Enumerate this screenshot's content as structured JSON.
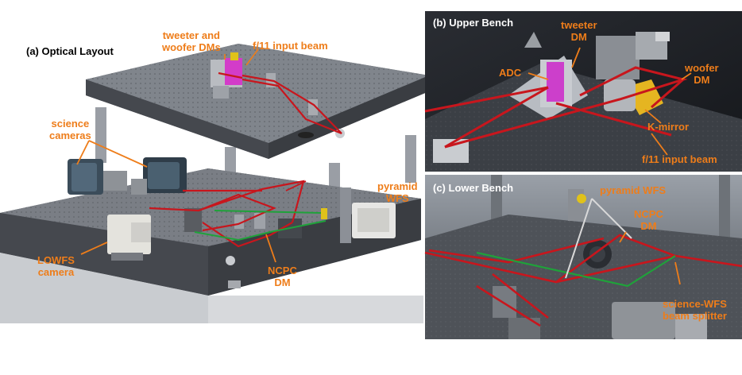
{
  "panels": {
    "a": {
      "title": "(a) Optical Layout",
      "labels": {
        "tweeter_woofer_line1": "tweeter and",
        "tweeter_woofer_line2": "woofer DMs",
        "input_beam": "f/11 input beam",
        "science_line1": "science",
        "science_line2": "cameras",
        "pyramid_line1": "pyramid",
        "pyramid_line2": "WFS",
        "lowfs_line1": "LOWFS",
        "lowfs_line2": "camera",
        "ncpc_line1": "NCPC",
        "ncpc_line2": "DM"
      }
    },
    "b": {
      "title": "(b) Upper Bench",
      "labels": {
        "tweeter_line1": "tweeter",
        "tweeter_line2": "DM",
        "adc": "ADC",
        "woofer_line1": "woofer",
        "woofer_line2": "DM",
        "kmirror": "K-mirror",
        "input_beam": "f/11 input beam"
      }
    },
    "c": {
      "title": "(c) Lower Bench",
      "labels": {
        "pyramid": "pyramid WFS",
        "ncpc_line1": "NCPC",
        "ncpc_line2": "DM",
        "splitter_line1": "science-WFS",
        "splitter_line2": "beam splitter"
      }
    }
  },
  "colors": {
    "label": "#ee7d1a",
    "beam_red": "#c8161d",
    "beam_green": "#1fa23a",
    "table_top": "#6d7178",
    "table_side": "#3f4247",
    "panel_dark": "#1e2126"
  }
}
